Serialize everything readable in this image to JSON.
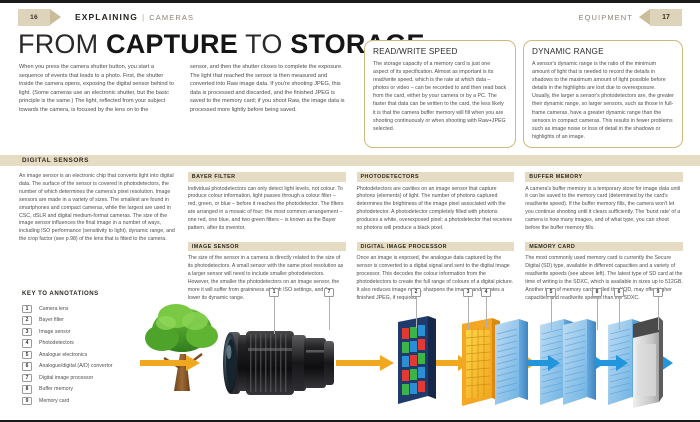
{
  "header": {
    "page_left": "16",
    "breadcrumb_main": "EXPLAINING",
    "breadcrumb_sep": "|",
    "breadcrumb_sub": "CAMERAS",
    "section_right": "EQUIPMENT",
    "page_right": "17"
  },
  "title": {
    "part1": "FROM ",
    "part2": "CAPTURE",
    "part3": " TO ",
    "part4": "STORAGE"
  },
  "intro": {
    "col1": "When you press the camera shutter button, you start a sequence of events that leads to a photo. First, the shutter inside the camera opens, exposing the digital sensor behind to light. (Some cameras use an electronic shutter, but the basic principle is the same.) The light, reflected from your subject towards the camera, is focused by the lens on to the",
    "col2": "sensor, and then the shutter closes to complete the exposure. The light that reached the sensor is then measured and converted into Raw image data. If you're shooting JPEG, this data is processed and discarded, and the finished JPEG is saved to the memory card; if you shoot Raw, the image data is processed more lightly before being saved."
  },
  "sideboxes": [
    {
      "title": "READ/WRITE SPEED",
      "body": "The storage capacity of a memory card is just one aspect of its specification. Almost as important is its read/write speed, which is the rate at which data – photos or video – can be recorded to and then read back from the card, either by your camera or by a PC. The faster that data can be written to the card, the less likely it is that the camera buffer memory will fill when you are shooting continuously or when shooting with Raw+JPEG selected."
    },
    {
      "title": "DYNAMIC RANGE",
      "body": "A sensor's dynamic range is the ratio of the minimum amount of light that is needed to record the details in shadows to the maximum amount of light possible before details in the highlights are lost due to overexposure. Usually, the larger a sensor's photodetectors are, the greater their dynamic range, so larger sensors, such as those in full-frame cameras, have a greater dynamic range than the sensors in compact cameras. This results in fewer problems such as image noise or loss of detail in the shadows or highlights of an image."
    }
  ],
  "band_title": "DIGITAL SENSORS",
  "columns": [
    {
      "lead": "An image sensor is an electronic chip that converts light into digital data. The surface of the sensor is covered in photodetectors, the number of which determines the camera's pixel resolution. Image sensors are made in a variety of sizes. The smallest are found in smartphones and compact cameras, while the largest are used in CSC, dSLR and digital medium-format cameras. The size of the image sensor influences the final image in a number of ways, including ISO performance (sensitivity to light), dynamic range, and the crop factor (see p.98) of the lens that is fitted to the camera.",
      "sections": []
    },
    {
      "lead": "",
      "sections": [
        {
          "head": "BAYER FILTER",
          "body": "Individual photodetectors can only detect light levels, not colour. To produce colour information, light passes through a colour filter – red, green, or blue – before it reaches the photodetector. The filters are arranged in a mosaic of four; the most common arrangement – one red, one blue, and two green filters – is known as the Bayer pattern, after its inventor."
        },
        {
          "head": "IMAGE SENSOR",
          "body": "The size of the sensor in a camera is directly related to the size of its photodetectors. A small sensor with the same pixel resolution as a larger sensor will need to include smaller photodetectors. However, the smaller the photodetectors on an image sensor, the more it will suffer from graininess at high ISO settings, and the lower its dynamic range."
        }
      ]
    },
    {
      "lead": "",
      "sections": [
        {
          "head": "PHOTODETECTORS",
          "body": "Photodetectors are cavities on an image sensor that capture photons (elements) of light. The number of photons captured determines the brightness of the image pixel associated with the photodetector. A photodetector completely filled with photons produces a white, overexposed pixel; a photodetector that receives no photons will produce a black pixel."
        },
        {
          "head": "DIGITAL IMAGE PROCESSOR",
          "body": "Once an image is exposed, the analogue data captured by the sensor is converted to a digital signal and sent to the digital image processor. This decodes the colour information from the photodetectors to create the full range of colours of a digital picture. It also reduces image noise, sharpens the image, and creates a finished JPEG, if required."
        }
      ]
    },
    {
      "lead": "",
      "sections": [
        {
          "head": "BUFFER MEMORY",
          "body": "A camera's buffer memory is a temporary store for image data until it can be saved to the memory card (determined by the card's read/write speed). If the buffer memory fills, the camera won't let you continue shooting until it clears sufficiently. The 'burst rate' of a camera is how many images, and of what type, you can shoot before the buffer memory fills."
        },
        {
          "head": "MEMORY CARD",
          "body": "The most commonly used memory card is currently the Secure Digital (SD) type, available in different capacities and a variety of read/write speeds (see above left). The latest type of SD card at the time of writing is the SDXC, which is available in sizes up to 512GB. Another type of memory card, called the XQD, may offer higher capacities and read/write speeds than the SDXC."
        }
      ]
    }
  ],
  "key": {
    "title": "KEY TO ANNOTATIONS",
    "items": [
      {
        "num": "1",
        "label": "Camera lens"
      },
      {
        "num": "2",
        "label": "Bayer filter"
      },
      {
        "num": "3",
        "label": "Image sensor"
      },
      {
        "num": "4",
        "label": "Photodetectors"
      },
      {
        "num": "5",
        "label": "Analogue electronics"
      },
      {
        "num": "6",
        "label": "Analogue/digital (A/D) convertor"
      },
      {
        "num": "7",
        "label": "Digital image processor"
      },
      {
        "num": "8",
        "label": "Buffer memory"
      },
      {
        "num": "9",
        "label": "Memory card"
      }
    ]
  },
  "diagram": {
    "callouts": [
      {
        "num": "1"
      },
      {
        "num": "2"
      },
      {
        "num": "3"
      },
      {
        "num": "4"
      },
      {
        "num": "5"
      },
      {
        "num": "6"
      },
      {
        "num": "7"
      },
      {
        "num": "8"
      },
      {
        "num": "9"
      }
    ]
  },
  "colors": {
    "accent_gold": "#e6dcc4",
    "box_border": "#cdb97f",
    "arrow_orange": "#f0a81e",
    "arrow_blue": "#2196dd"
  }
}
